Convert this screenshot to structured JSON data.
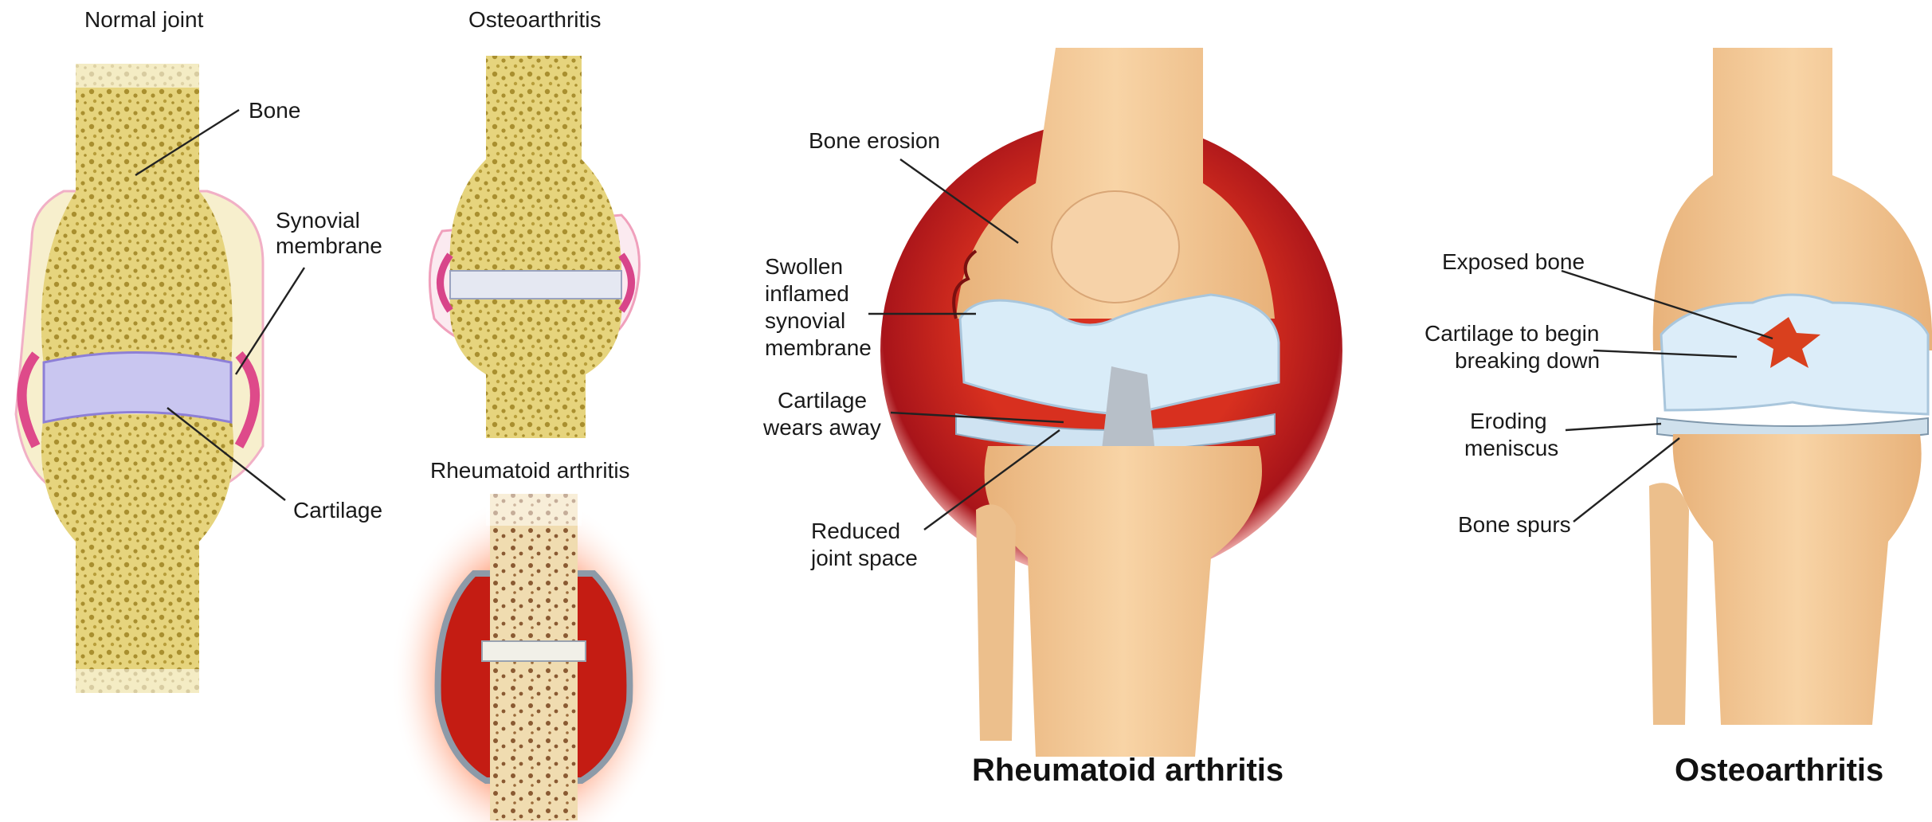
{
  "normal": {
    "title": "Normal joint",
    "labels": {
      "bone": "Bone",
      "synovial_1": "Synovial",
      "synovial_2": "membrane",
      "cartilage": "Cartilage"
    }
  },
  "oa_small": {
    "title": "Osteoarthritis"
  },
  "ra_small": {
    "title": "Rheumatoid arthritis"
  },
  "ra_knee": {
    "caption": "Rheumatoid arthritis",
    "labels": {
      "bone_erosion": "Bone erosion",
      "swollen_1": "Swollen",
      "swollen_2": "inflamed",
      "swollen_3": "synovial",
      "swollen_4": "membrane",
      "cartilage_1": "Cartilage",
      "cartilage_2": "wears away",
      "reduced_1": "Reduced",
      "reduced_2": "joint space"
    }
  },
  "oa_knee": {
    "caption": "Osteoarthritis",
    "labels": {
      "exposed": "Exposed bone",
      "cart_1": "Cartilage to begin",
      "cart_2": "breaking down",
      "eroding_1": "Eroding",
      "eroding_2": "meniscus",
      "spurs": "Bone spurs"
    }
  },
  "colors": {
    "bone": "#e9d98a",
    "bone_spongy": "#b59b3a",
    "cartilage": "#cdd6f5",
    "synovial": "#e0568f",
    "inflamed": "#c8231e",
    "knee_skin": "#f4c690",
    "knee_cartilage": "#d7eaf8"
  }
}
